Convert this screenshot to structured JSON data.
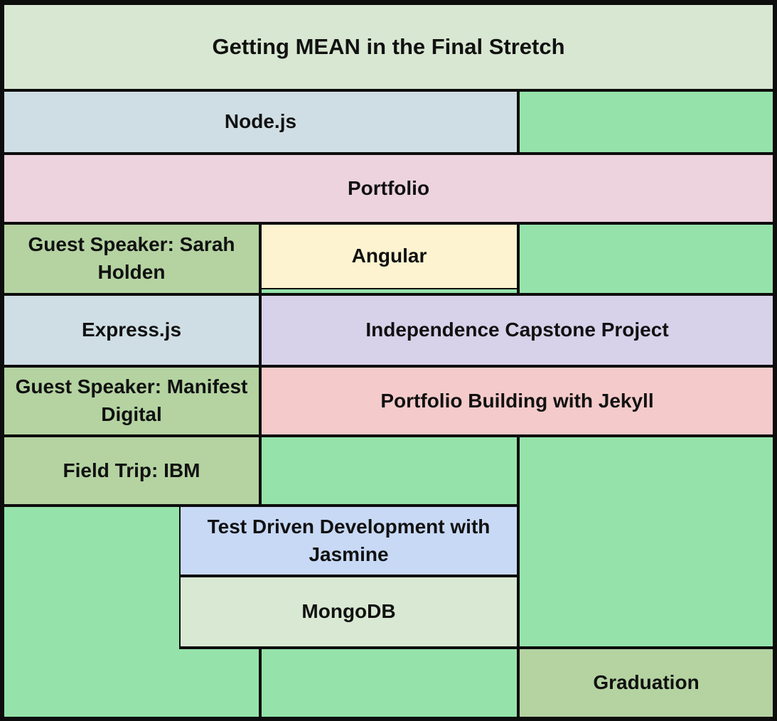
{
  "diagram": {
    "title": "Getting MEAN in the Final Stretch",
    "events": {
      "nodejs": "Node.js",
      "portfolio": "Portfolio",
      "guest_sarah": "Guest Speaker: Sarah\nHolden",
      "angular": "Angular",
      "express": "Express.js",
      "capstone": "Independence Capstone Project",
      "guest_manifest": "Guest Speaker: Manifest\nDigital",
      "jekyll": "Portfolio Building with Jekyll",
      "field_trip": "Field Trip: IBM",
      "tdd": "Test Driven Development with\nJasmine",
      "mongodb": "MongoDB",
      "graduation": "Graduation"
    },
    "palette": {
      "border_black": "#0d0d0d",
      "header_sage": "#d8e7d1",
      "light_blue": "#cfdee4",
      "mauve_pink": "#ecd3de",
      "medium_green": "#b4d3a1",
      "bright_green": "#95e3aa",
      "cream": "#fdf3d0",
      "lavender": "#d7d1e9",
      "salmon": "#f4caca",
      "periwinkle": "#c8d9f6",
      "pale_sage": "#d8e8d2"
    }
  }
}
